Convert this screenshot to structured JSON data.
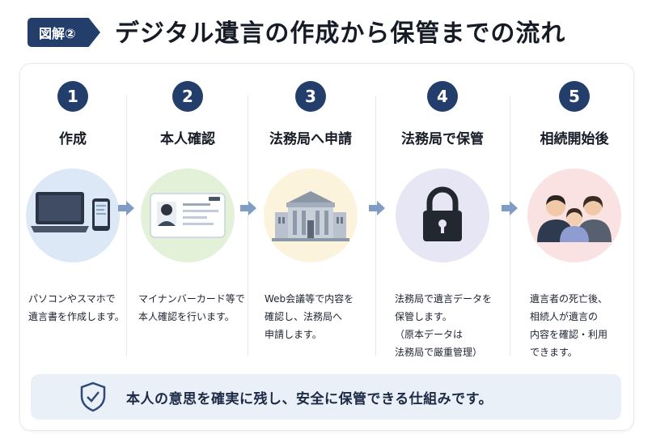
{
  "header": {
    "badge": "図解②",
    "title": "デジタル遺言の作成から保管までの流れ"
  },
  "steps": [
    {
      "number": "1",
      "label": "作成",
      "description": [
        "パソコンやスマホで",
        "遺言書を作成します。"
      ]
    },
    {
      "number": "2",
      "label": "本人確認",
      "description": [
        "マイナンバーカード等で",
        "本人確認を行います。"
      ]
    },
    {
      "number": "3",
      "label": "法務局へ申請",
      "description": [
        "Web会議等で内容を",
        "確認し、法務局へ",
        "申請します。"
      ]
    },
    {
      "number": "4",
      "label": "法務局で保管",
      "description": [
        "法務局で遺言データを",
        "保管します。",
        "（原本データは",
        "法務局で厳重管理）"
      ]
    },
    {
      "number": "5",
      "label": "相続開始後",
      "description": [
        "遺言者の死亡後、",
        "相続人が遺言の",
        "内容を確認・利用",
        "できます。"
      ]
    }
  ],
  "footer": {
    "message": "本人の意思を確実に残し、安全に保管できる仕組みです。"
  },
  "colors": {
    "navy": "#243e6c",
    "arrow": "#7f9cc4",
    "circle_1": "#dce8f6",
    "circle_2": "#e4f1d9",
    "circle_3": "#fbf3dc",
    "circle_4": "#e6e6f4",
    "circle_5": "#fbe2e2",
    "footer_bg": "#eaf0f8"
  }
}
